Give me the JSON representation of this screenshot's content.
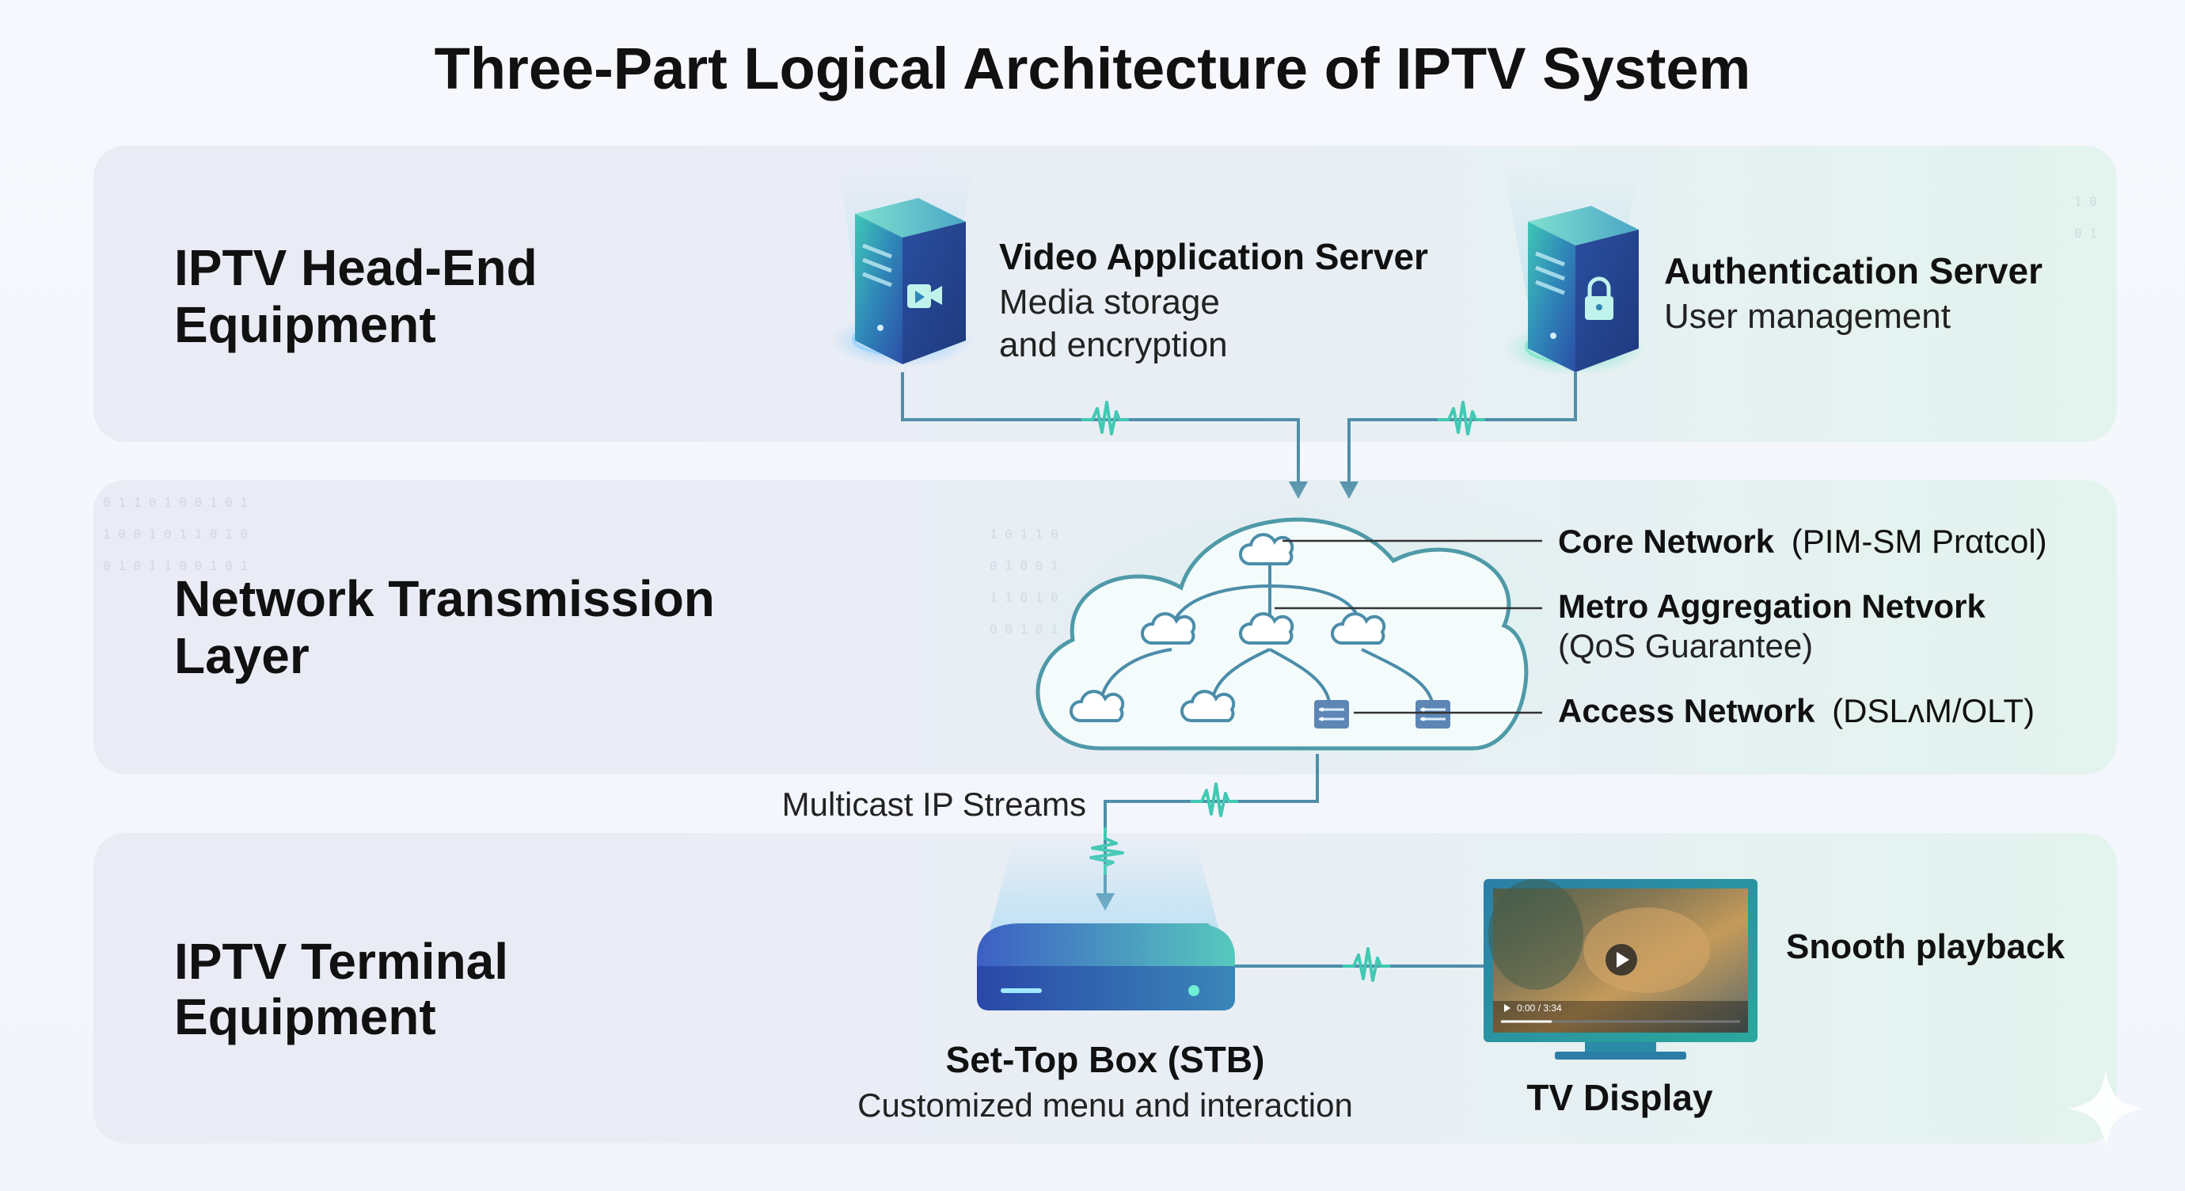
{
  "title": "Three-Part Logical Architecture of IPTV System",
  "layers": {
    "headend": {
      "label_line1": "IPTV Head-End",
      "label_line2": "Equipment"
    },
    "network": {
      "label_line1": "Network Transmission",
      "label_line2": "Layer"
    },
    "terminal": {
      "label_line1": "IPTV Terminal",
      "label_line2": "Equipment"
    }
  },
  "servers": {
    "video": {
      "name": "Video Application Server",
      "desc_line1": "Media storage",
      "desc_line2": "and encryption",
      "icon": "video-camera-icon"
    },
    "auth": {
      "name": "Authentication Server",
      "desc_line1": "User management",
      "icon": "lock-icon"
    }
  },
  "network_tiers": {
    "core": {
      "name": "Core Network",
      "detail": "(PIM-SM Prαtcol)"
    },
    "metro": {
      "name": "Metro Aggregation Nеtvork",
      "detail": "(QoS Guarantee)"
    },
    "access": {
      "name": "Access Network",
      "detail": "(DSLᴧM/OLT)"
    }
  },
  "stream_label": "Multicast IP Streams",
  "stb": {
    "name": "Set-Top Box (STB)",
    "desc": "Customized menu and interaction"
  },
  "tv": {
    "name": "TV Display",
    "caption": "Snooth playback",
    "player_time": "0:00 / 3:34"
  },
  "colors": {
    "panel_left": "#ecedf6",
    "panel_right": "#e5f3ef",
    "line": "#4f8ea8",
    "accent_teal": "#41c9b3",
    "accent_blue": "#3a63c6"
  }
}
